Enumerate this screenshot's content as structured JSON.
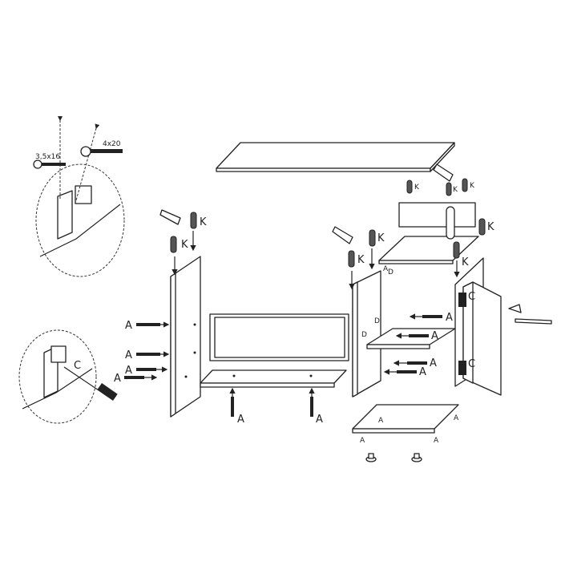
{
  "diagram": {
    "screw_small": "3,5x16",
    "screw_large": "4x20",
    "part_k": "K",
    "part_a": "A",
    "part_c": "C",
    "part_d": "D"
  }
}
